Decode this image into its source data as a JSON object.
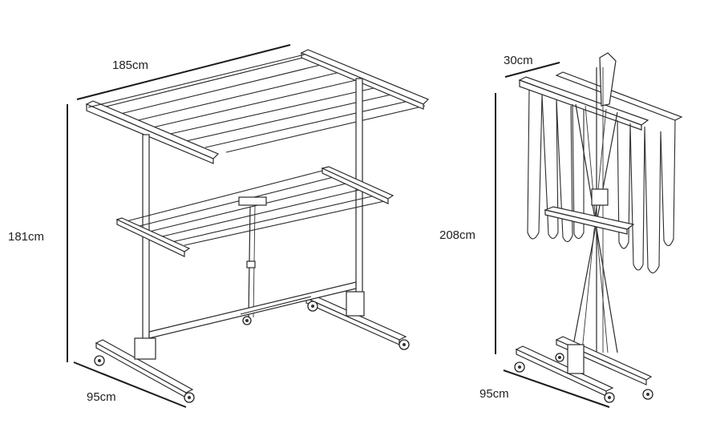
{
  "colors": {
    "line": "#2a2a2a",
    "background": "#ffffff",
    "label": "#222222"
  },
  "unfolded_rack": {
    "width_label": "185cm",
    "height_label": "181cm",
    "depth_label": "95cm"
  },
  "folded_rack": {
    "depth_label": "30cm",
    "height_label": "208cm",
    "width_label": "95cm"
  }
}
